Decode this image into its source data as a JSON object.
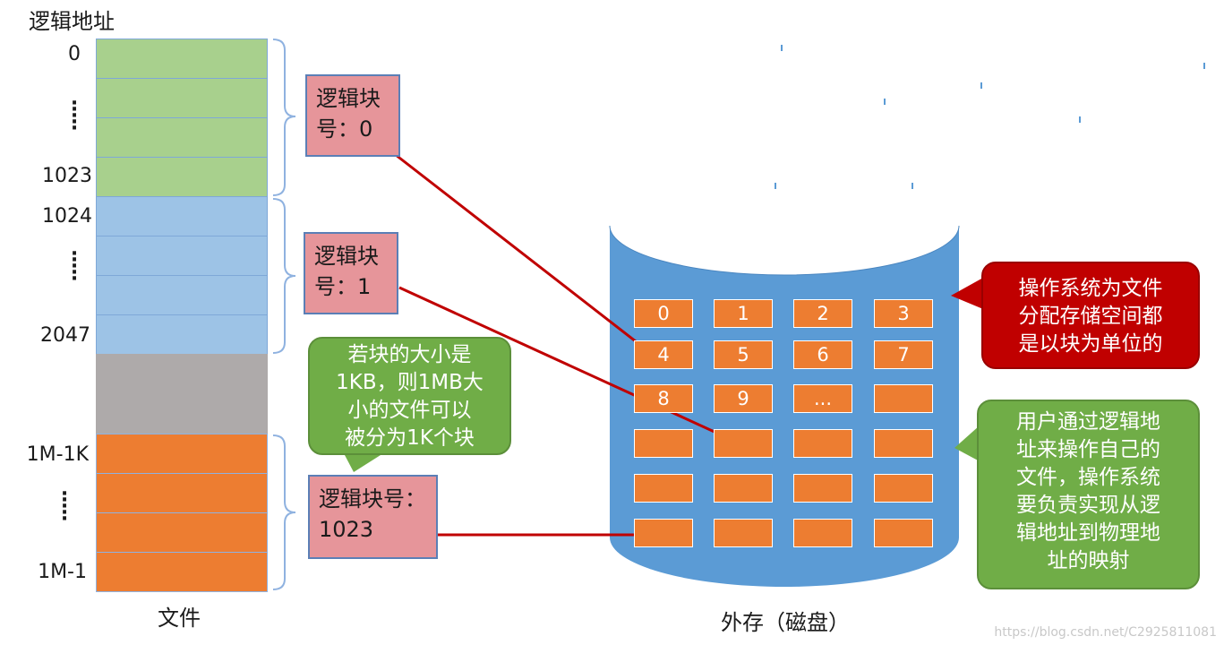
{
  "title": "逻辑地址",
  "addresses": {
    "a0": "0",
    "a1023": "1023",
    "a1024": "1024",
    "a2047": "2047",
    "a1m1k": "1M-1K",
    "a1m1": "1M-1"
  },
  "file_label": "文件",
  "logical_blocks": {
    "b0": [
      "逻辑块",
      "号：0"
    ],
    "b1": [
      "逻辑块",
      "号：1"
    ],
    "b1023": [
      "逻辑块号：",
      "1023"
    ]
  },
  "callouts": {
    "block_size": [
      "若块的大小是",
      "1KB，则1MB大",
      "小的文件可以",
      "被分为1K个块"
    ],
    "os_allocation": [
      "操作系统为文件",
      "分配存储空间都",
      "是以块为单位的"
    ],
    "user_mapping": [
      "用户通过逻辑地",
      "址来操作自己的",
      "文件，操作系统",
      "要负责实现从逻",
      "辑地址到物理地",
      "址的映射"
    ]
  },
  "disk": {
    "caption": "外存（磁盘）",
    "blocks": [
      "0",
      "1",
      "2",
      "3",
      "4",
      "5",
      "6",
      "7",
      "8",
      "9",
      "...",
      "",
      "",
      "",
      "",
      "",
      "",
      "",
      "",
      "",
      "",
      "",
      "",
      ""
    ]
  },
  "colors": {
    "green_block": "#a8d08d",
    "blue_block": "#9dc3e6",
    "gray_block": "#aeaaaa",
    "orange_block": "#ed7d31",
    "disk": "#5b9bd5",
    "arrow": "#c00000",
    "pink_label": "#e6959a"
  },
  "watermark": "https://blog.csdn.net/C2925811081"
}
